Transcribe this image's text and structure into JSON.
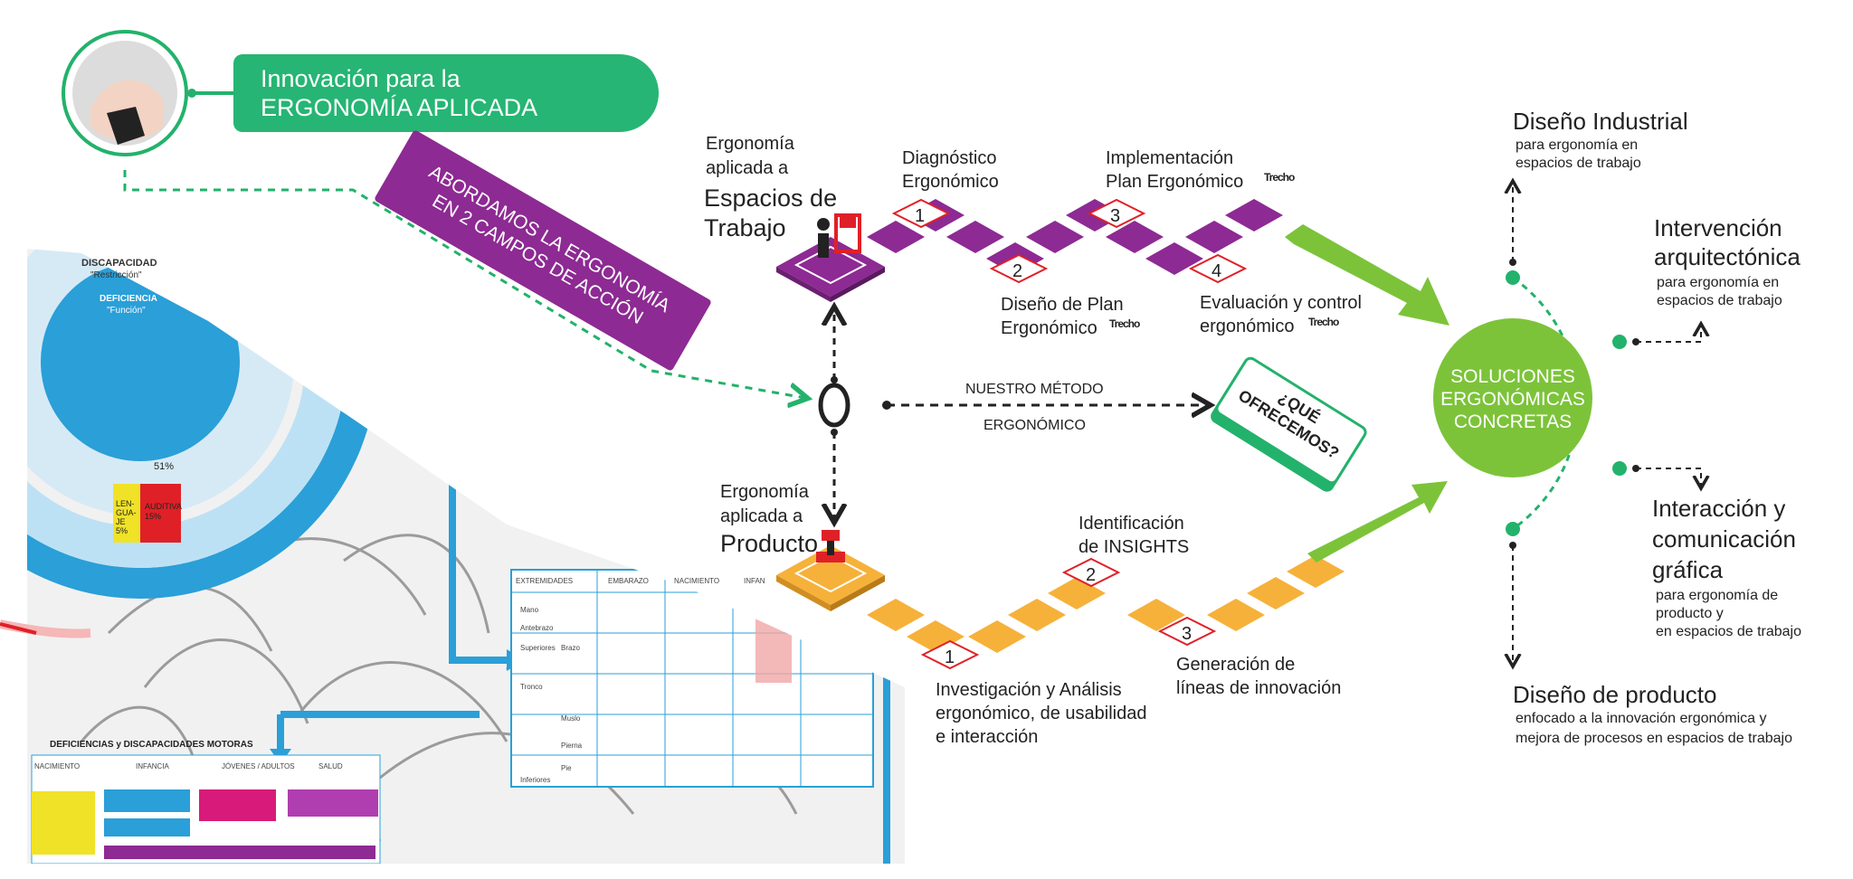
{
  "header": {
    "line1": "Innovación para la",
    "line2": "ERGONOMÍA APLICADA"
  },
  "banner": {
    "line1": "ABORDAMOS LA ERGONOMÍA",
    "line2": "EN 2 CAMPOS DE ACCIÓN"
  },
  "workspace": {
    "title_small1": "Ergonomía",
    "title_small2": "aplicada a",
    "title_big1": "Espacios de",
    "title_big2": "Trabajo",
    "steps": [
      {
        "num": "1",
        "line1": "Diagnóstico",
        "line2": "Ergonómico"
      },
      {
        "num": "2",
        "line1": "Diseño de Plan",
        "line2": "Ergonómico"
      },
      {
        "num": "3",
        "line1": "Implementación",
        "line2": "Plan Ergonómico"
      },
      {
        "num": "4",
        "line1": "Evaluación y control",
        "line2": "ergonómico"
      }
    ]
  },
  "product": {
    "title_small1": "Ergonomía",
    "title_small2": "aplicada a",
    "title_big": "Producto",
    "steps": [
      {
        "num": "1",
        "line1": "Investigación y Análisis",
        "line2": "ergonómico, de usabilidad",
        "line3": "e interacción"
      },
      {
        "num": "2",
        "line1": "Identificación",
        "line2": "de INSIGHTS"
      },
      {
        "num": "3",
        "line1": "Generación de",
        "line2": "líneas de innovación"
      }
    ]
  },
  "method": {
    "line1": "NUESTRO MÉTODO",
    "line2": "ERGONÓMICO"
  },
  "offer": {
    "line1": "¿QUÉ",
    "line2": "OFRECEMOS?"
  },
  "solutions": {
    "line1": "SOLUCIONES",
    "line2": "ERGONÓMICAS",
    "line3": "CONCRETAS"
  },
  "brand_mark": "Trecho",
  "outputs": {
    "industrial": {
      "title": "Diseño Industrial",
      "d1": "para ergonomía en",
      "d2": "espacios de trabajo"
    },
    "arch": {
      "t1": "Intervención",
      "t2": "arquitectónica",
      "d1": "para ergonomía en",
      "d2": "espacios de trabajo"
    },
    "graphic": {
      "t1": "Interacción y",
      "t2": "comunicación",
      "t3": "gráfica",
      "d1": "para ergonomía de",
      "d2": "producto y",
      "d3": "en espacios de trabajo"
    },
    "product": {
      "title": "Diseño de producto",
      "d1": "enfocado a la innovación ergonómica y",
      "d2": "mejora de procesos en espacios de trabajo"
    }
  },
  "background_chart": {
    "title1": "DISCAPACIDAD",
    "title2": "\"Restricción\"",
    "sub1": "DEFICIENCIA",
    "sub2": "\"Función\"",
    "pct": "51%",
    "seg_yellow1": "LEN-",
    "seg_yellow2": "GUA-",
    "seg_yellow3": "JE",
    "seg_yellow4": "5%",
    "seg_red1": "AUDITIVA",
    "seg_red2": "15%",
    "lower_title": "DEFICIENCIAS y DISCAPACIDADES MOTORAS",
    "table_cols": [
      "NACIMIENTO",
      "INFANCIA",
      "JÓVENES / ADULTOS",
      "SALUD"
    ],
    "matrix_cols": [
      "EXTREMIDADES",
      "EMBARAZO",
      "NACIMIENTO",
      "INFAN"
    ],
    "matrix_rows": [
      "Mano",
      "Antebrazo",
      "Superiores",
      "Brazo",
      "Tronco",
      "Muslo",
      "Pierna",
      "Pie",
      "Inferiores"
    ]
  },
  "colors": {
    "green": "#26b574",
    "purple": "#8d2a93",
    "orange": "#f6b13a",
    "lime": "#7cc33a",
    "red": "#e02027",
    "blue": "#2a9fd8"
  }
}
